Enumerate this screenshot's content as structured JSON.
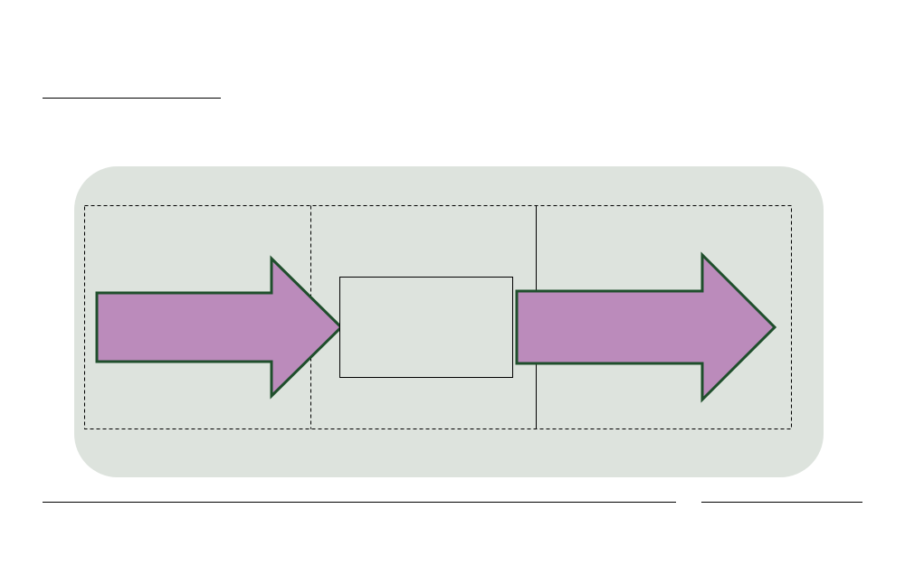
{
  "diagram": {
    "panel_color": "#dde3dd",
    "arrow_fill": "#bb8bbb",
    "arrow_stroke": "#1f4f2c",
    "box_fill": "#dde3dd",
    "line_color": "#000000",
    "stages": [
      {
        "kind": "input-arrow",
        "label": ""
      },
      {
        "kind": "process-box",
        "label": ""
      },
      {
        "kind": "output-arrow",
        "label": ""
      }
    ]
  }
}
